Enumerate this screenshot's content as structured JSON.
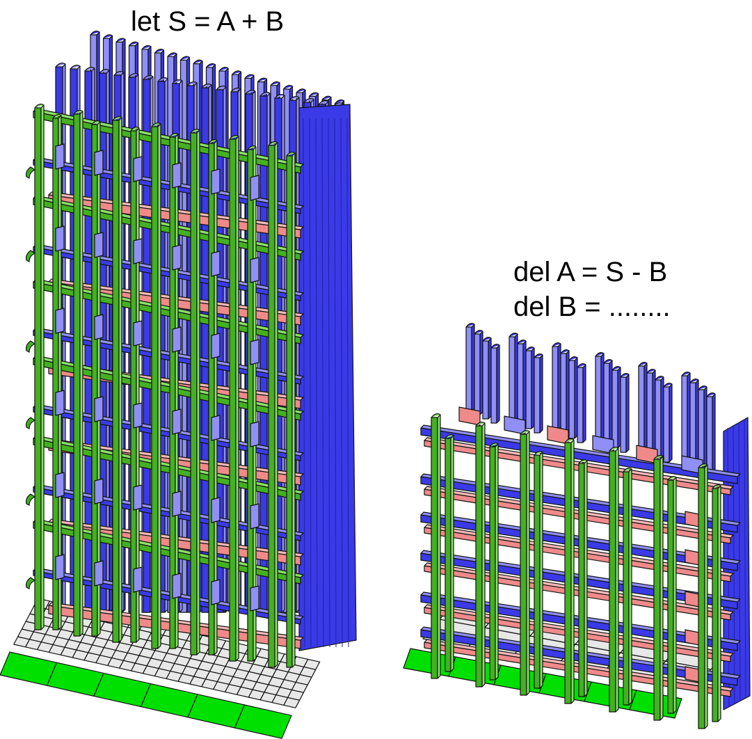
{
  "left_structure": {
    "label": "let S = A + B"
  },
  "right_structure": {
    "label_line1": "del A = S - B",
    "label_line2": "del B = ........"
  },
  "colors": {
    "blue_front": "#3a3ae6",
    "blue_light": "#8f8ff5",
    "blue_dark": "#2020a8",
    "green_front": "#44b022",
    "green_light": "#8be06a",
    "pink": "#f08a8a",
    "pink_light": "#f7b9b9",
    "floor_gray": "#e8e8e8",
    "floor_green": "#00e000",
    "outline": "#111111"
  }
}
